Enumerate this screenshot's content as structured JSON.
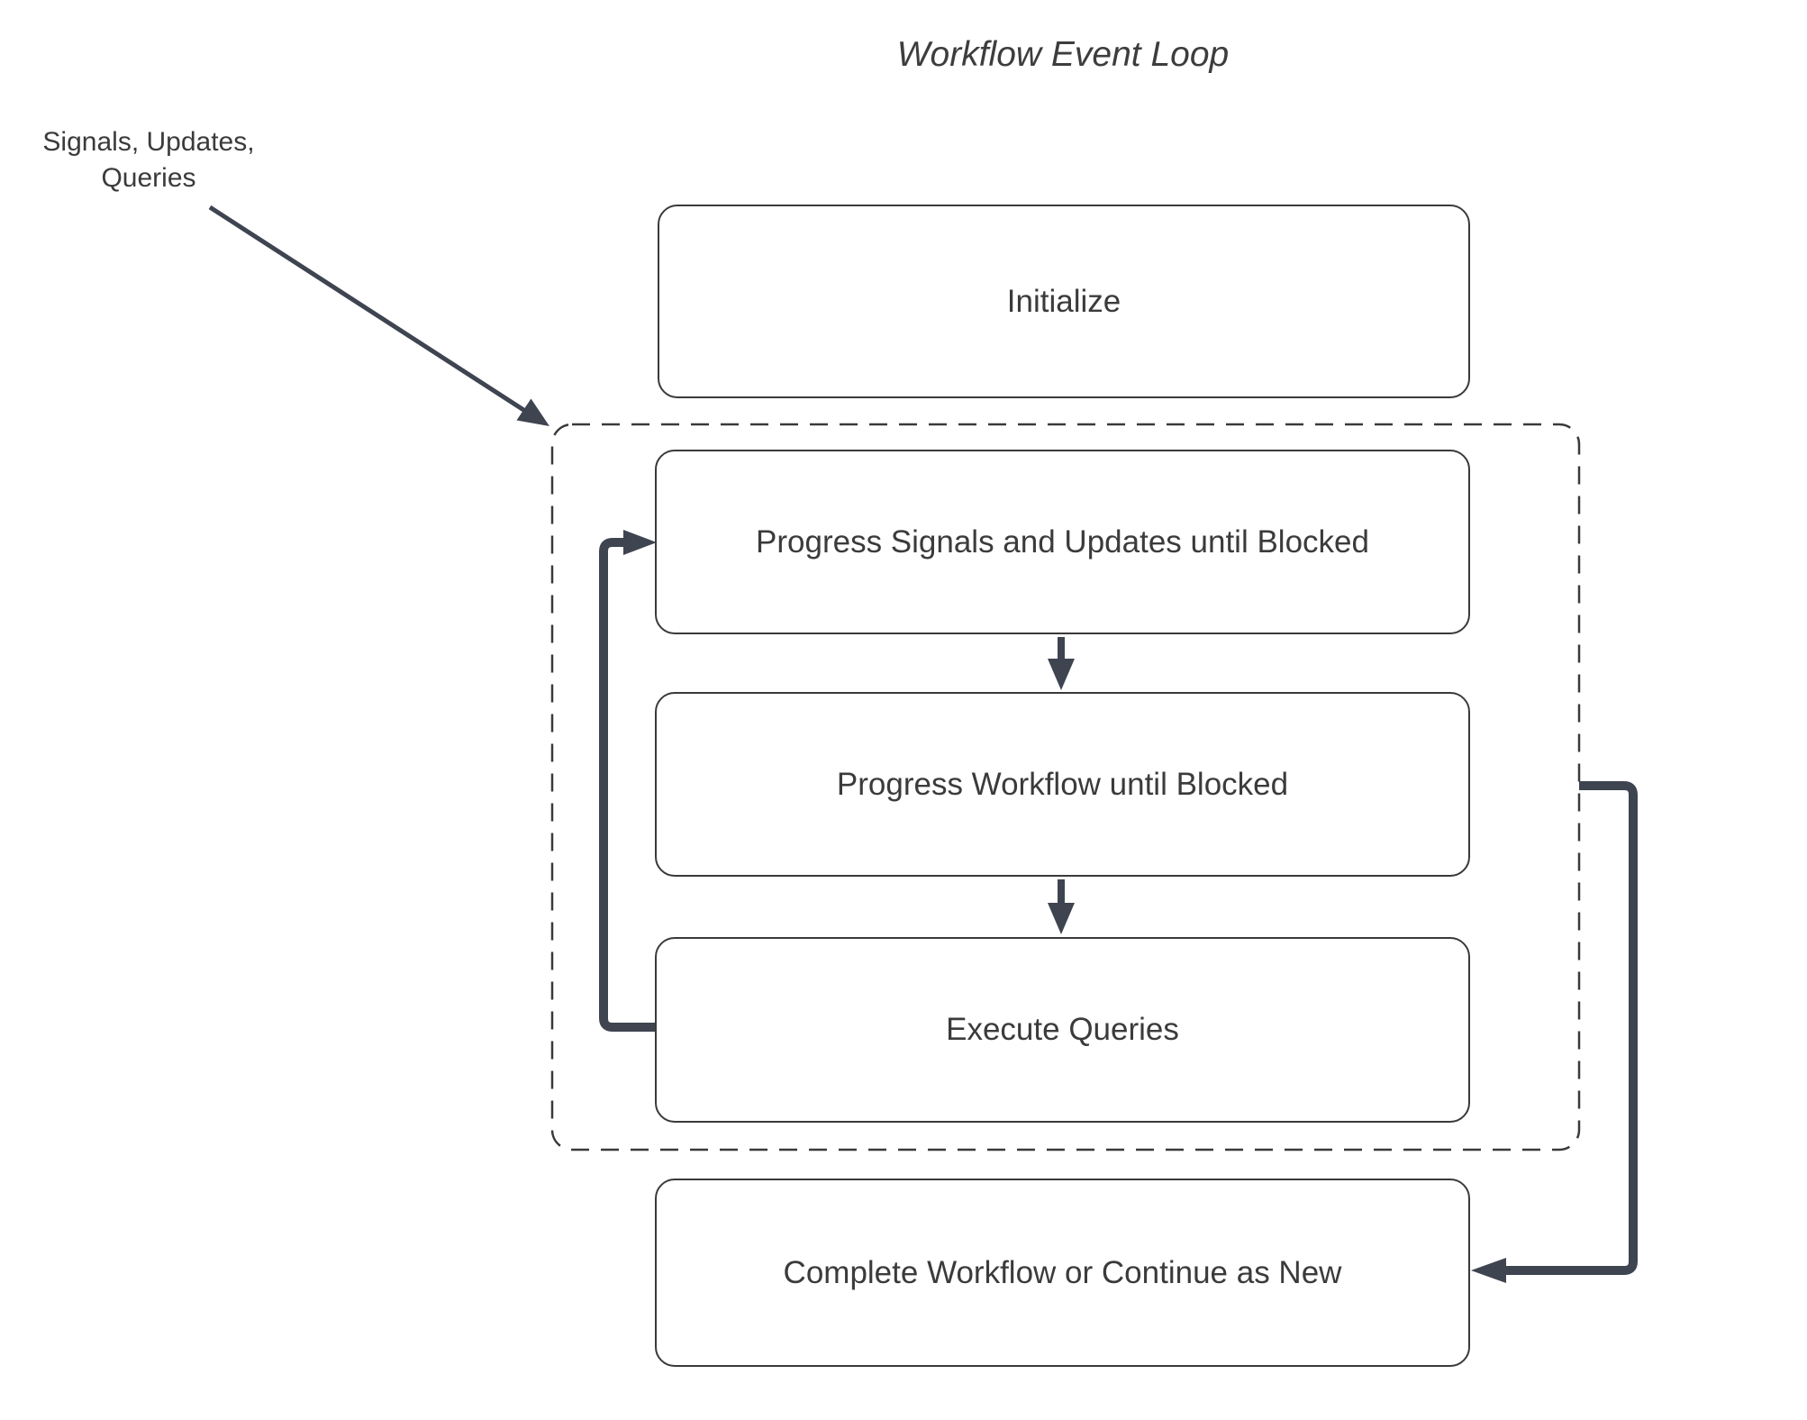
{
  "title": "Workflow Event Loop",
  "annotation": {
    "label": "Signals, Updates,\nQueries"
  },
  "nodes": [
    {
      "id": "initialize",
      "label": "Initialize"
    },
    {
      "id": "progress-signals",
      "label": "Progress Signals and Updates until Blocked"
    },
    {
      "id": "progress-workflow",
      "label": "Progress Workflow until Blocked"
    },
    {
      "id": "execute-queries",
      "label": "Execute Queries"
    },
    {
      "id": "complete",
      "label": "Complete Workflow or Continue as New"
    }
  ],
  "group": {
    "id": "event-loop-group",
    "contains": [
      "progress-signals",
      "progress-workflow",
      "execute-queries"
    ],
    "border_style": "dashed"
  },
  "edges": [
    {
      "from": "signals-updates-queries-label",
      "to": "event-loop-group",
      "style": "thin-diagonal-arrow"
    },
    {
      "from": "progress-signals",
      "to": "progress-workflow",
      "style": "short-down-arrow"
    },
    {
      "from": "progress-workflow",
      "to": "execute-queries",
      "style": "short-down-arrow"
    },
    {
      "from": "execute-queries",
      "to": "progress-signals",
      "style": "thick-left-loop-arrow"
    },
    {
      "from": "event-loop-group",
      "to": "complete",
      "style": "thick-right-loop-arrow"
    }
  ],
  "colors": {
    "background": "#ffffff",
    "node_fill": "#ffffff",
    "node_border": "#3a3a3a",
    "group_border": "#3a3a3a",
    "connector": "#3e4450",
    "text": "#3b3b3b"
  }
}
